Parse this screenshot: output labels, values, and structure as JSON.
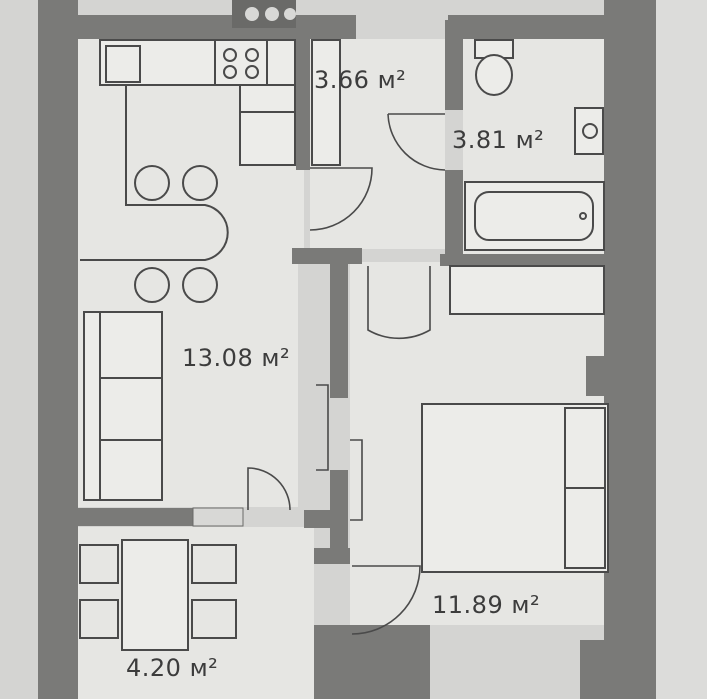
{
  "rooms": {
    "kitchen_living": {
      "area_label": "13.08 м²"
    },
    "storage": {
      "area_label": "3.66 м²"
    },
    "bathroom": {
      "area_label": "3.81 м²"
    },
    "bedroom": {
      "area_label": "11.89 м²"
    },
    "balcony": {
      "area_label": "4.20 м²"
    }
  }
}
